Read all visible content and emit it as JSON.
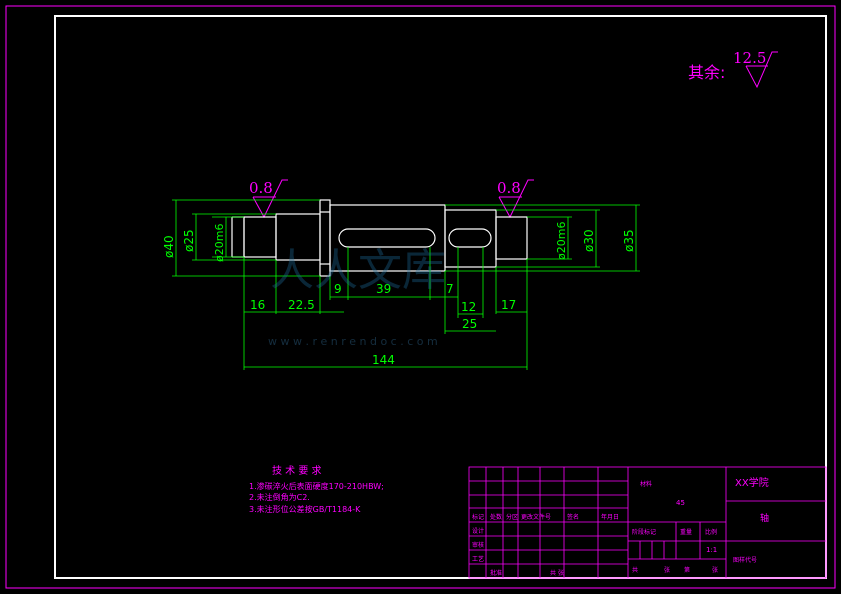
{
  "roughness": {
    "other_label": "其余:",
    "other_value": "12.5",
    "left_value": "0.8",
    "right_value": "0.8"
  },
  "dims": {
    "d40": "ø40",
    "d25": "ø25",
    "d20m6_left": "ø20m6",
    "d20m6_right": "ø20m6",
    "d30": "ø30",
    "d35": "ø35",
    "l16": "16",
    "l22_5": "22.5",
    "l9": "9",
    "l39": "39",
    "l7": "7",
    "l12": "12",
    "l17": "17",
    "l25": "25",
    "l144": "144"
  },
  "watermark": {
    "url": "w w w . r e n r e n d o c . c o m"
  },
  "notes": {
    "title": "技 术 要 求",
    "lines": [
      "1.渗碳淬火后表面硬度170-210HBW;",
      "2.未注倒角为C2.",
      "3.未注形位公差按GB/T1184-K"
    ]
  },
  "title_block": {
    "school": "XX学院",
    "part_name": "轴",
    "material_label": "材料",
    "material": "45",
    "scale": "1:1",
    "drawing_no_label": "图样代号"
  },
  "colors": {
    "frame": "#ff00ff",
    "dim": "#00ff00",
    "part": "#ffffff"
  }
}
